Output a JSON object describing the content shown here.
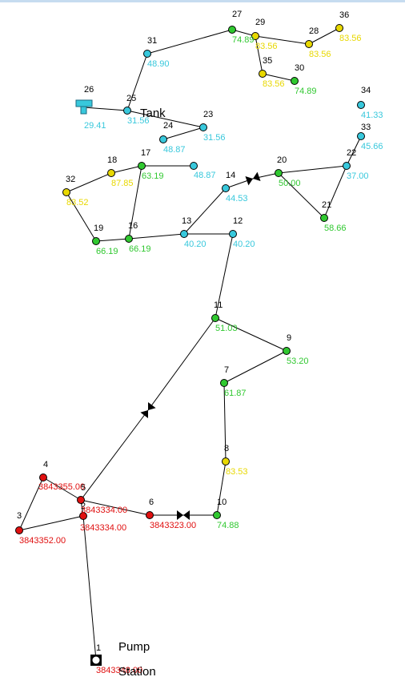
{
  "colors": {
    "cyan": "#38c8dc",
    "green": "#30c830",
    "yellow": "#e8d800",
    "red": "#e01010",
    "link": "#000000"
  },
  "labels": {
    "tank": "Tank",
    "pump": "Pump",
    "station": "Station"
  },
  "nodes": [
    {
      "id": "1",
      "kind": "pump",
      "value": "3843348.00",
      "color": "red"
    },
    {
      "id": "2",
      "value": "3843334.00",
      "color": "red"
    },
    {
      "id": "3",
      "value": "3843352.00",
      "color": "red"
    },
    {
      "id": "4",
      "value": "3843355.00",
      "color": "red"
    },
    {
      "id": "5",
      "value": "3843334.00",
      "color": "red"
    },
    {
      "id": "6",
      "value": "3843323.00",
      "color": "red"
    },
    {
      "id": "7",
      "value": "61.87",
      "color": "green"
    },
    {
      "id": "8",
      "value": "83.53",
      "color": "yellow"
    },
    {
      "id": "9",
      "value": "53.20",
      "color": "green"
    },
    {
      "id": "10",
      "value": "74.88",
      "color": "green"
    },
    {
      "id": "11",
      "value": "51.03",
      "color": "green"
    },
    {
      "id": "12",
      "value": "40.20",
      "color": "cyan"
    },
    {
      "id": "13",
      "value": "40.20",
      "color": "cyan"
    },
    {
      "id": "14",
      "value": "44.53",
      "color": "cyan"
    },
    {
      "id": "16",
      "value": "66.19",
      "color": "green"
    },
    {
      "id": "17",
      "value": "63.19",
      "color": "green"
    },
    {
      "id": "18",
      "value": "87.85",
      "color": "yellow"
    },
    {
      "id": "19",
      "value": "66.19",
      "color": "green"
    },
    {
      "id": "20",
      "value": "50.00",
      "color": "green"
    },
    {
      "id": "21",
      "value": "58.66",
      "color": "green"
    },
    {
      "id": "22",
      "value": "37.00",
      "color": "cyan"
    },
    {
      "id": "23",
      "value": "31.56",
      "color": "cyan"
    },
    {
      "id": "24",
      "value": "48.87",
      "color": "cyan"
    },
    {
      "id": "25",
      "value": "31.56",
      "color": "cyan"
    },
    {
      "id": "26",
      "kind": "tank",
      "value": "29.41",
      "color": "cyan"
    },
    {
      "id": "27",
      "value": "74.89",
      "color": "green"
    },
    {
      "id": "28",
      "value": "83.56",
      "color": "yellow"
    },
    {
      "id": "29",
      "value": "83.56",
      "color": "yellow"
    },
    {
      "id": "30",
      "value": "74.89",
      "color": "green"
    },
    {
      "id": "31",
      "value": "48.90",
      "color": "cyan"
    },
    {
      "id": "32",
      "value": "83.52",
      "color": "yellow"
    },
    {
      "id": "33",
      "value": "45.66",
      "color": "cyan"
    },
    {
      "id": "34",
      "value": "41.33",
      "color": "cyan"
    },
    {
      "id": "35",
      "value": "83.56",
      "color": "yellow"
    },
    {
      "id": "36",
      "value": "83.56",
      "color": "yellow"
    },
    {
      "id": "",
      "value": "48.87",
      "color": "cyan"
    }
  ],
  "links": [
    [
      "1",
      "2"
    ],
    [
      "2",
      "5"
    ],
    [
      "5",
      "4"
    ],
    [
      "4",
      "3"
    ],
    [
      "3",
      "2"
    ],
    [
      "5",
      "v1"
    ],
    [
      "v1",
      "11"
    ],
    [
      "5",
      "6"
    ],
    [
      "6",
      "v2"
    ],
    [
      "v2",
      "10"
    ],
    [
      "10",
      "8"
    ],
    [
      "8",
      "7"
    ],
    [
      "7",
      "9"
    ],
    [
      "9",
      "11"
    ],
    [
      "11",
      "12"
    ],
    [
      "12",
      "13"
    ],
    [
      "13",
      "16"
    ],
    [
      "16",
      "19"
    ],
    [
      "19",
      "32"
    ],
    [
      "32",
      "18"
    ],
    [
      "18",
      "17"
    ],
    [
      "17",
      "16"
    ],
    [
      "17",
      "x48"
    ],
    [
      "13",
      "14"
    ],
    [
      "14",
      "v3"
    ],
    [
      "v3",
      "20"
    ],
    [
      "20",
      "22"
    ],
    [
      "22",
      "33"
    ],
    [
      "20",
      "21"
    ],
    [
      "21",
      "22"
    ],
    [
      "26",
      "25"
    ],
    [
      "25",
      "23"
    ],
    [
      "23",
      "24"
    ],
    [
      "25",
      "31"
    ],
    [
      "31",
      "27"
    ],
    [
      "27",
      "29"
    ],
    [
      "29",
      "28"
    ],
    [
      "28",
      "36"
    ],
    [
      "29",
      "35"
    ],
    [
      "35",
      "30"
    ]
  ],
  "valves": [
    "v1",
    "v2",
    "v3"
  ]
}
